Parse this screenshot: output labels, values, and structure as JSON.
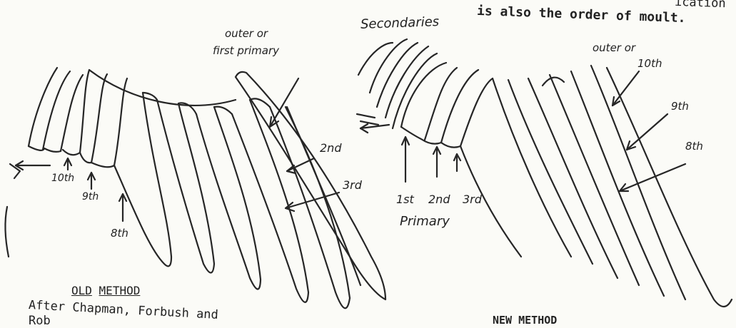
{
  "header": {
    "secondaries": "Secondaries",
    "typed_tail_top": "ication",
    "typed_moult": "is also the order of moult."
  },
  "left_wing": {
    "outer_label_line1": "outer or",
    "outer_label_line2": "first primary",
    "second": "2nd",
    "third": "3rd",
    "tenth": "10th",
    "ninth": "9th",
    "eighth": "8th"
  },
  "right_wing": {
    "outer_label_line1": "outer or",
    "outer_label_line2": "10th",
    "ninth": "9th",
    "eighth": "8th",
    "first": "1st",
    "second": "2nd",
    "third": "3rd",
    "primary": "Primary"
  },
  "footer": {
    "old_word": "OLD",
    "method_word": "METHOD",
    "after_line": "After Chapman, Forbush and",
    "next_line_partial": "Rob",
    "new_method_partial": "NEW METHOD"
  }
}
